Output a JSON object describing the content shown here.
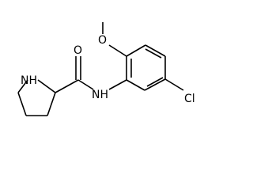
{
  "molecule": {
    "atoms": {
      "methoxy_o": "O",
      "carbonyl_o": "O",
      "ring_nh": "NH",
      "amide_nh": "NH",
      "chlorine": "Cl"
    }
  }
}
